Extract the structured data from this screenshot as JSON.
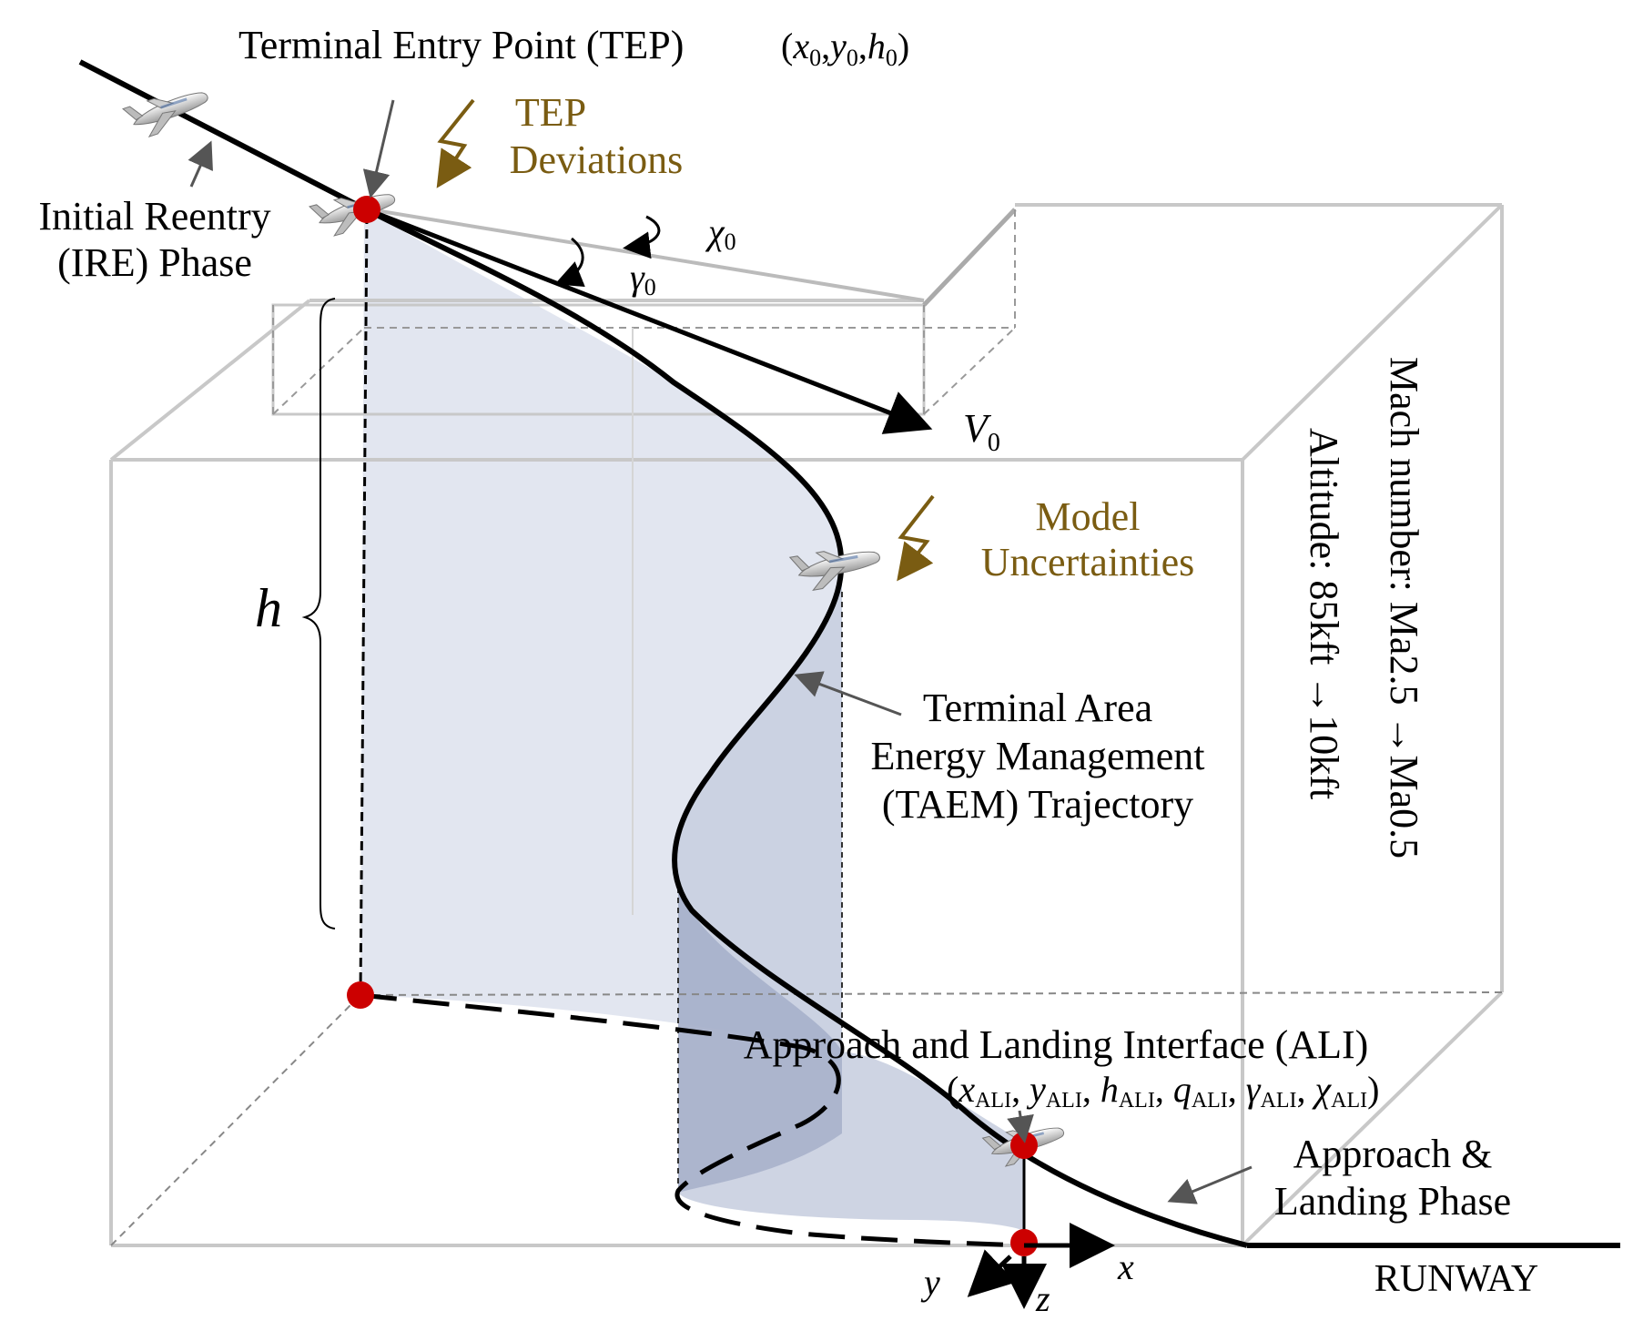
{
  "labels": {
    "tep_title": "Terminal Entry Point (TEP)",
    "tep_coords": "(x0,y0,h0)",
    "tep_coords_parts": [
      "(",
      "x",
      "0",
      ",",
      "y",
      "0",
      ",",
      "h",
      "0",
      ")"
    ],
    "tep_deviations_line1": "TEP",
    "tep_deviations_line2": "Deviations",
    "ire_line1": "Initial Reentry",
    "ire_line2": "(IRE) Phase",
    "chi0": "χ",
    "chi0_sub": "0",
    "gamma0": "γ",
    "gamma0_sub": "0",
    "v0": "V",
    "v0_sub": "0",
    "h": "h",
    "model_unc_line1": "Model",
    "model_unc_line2": "Uncertainties",
    "taem_line1": "Terminal Area",
    "taem_line2": "Energy Management",
    "taem_line3": "(TAEM) Trajectory",
    "mach": "Mach number: Ma2.5 →Ma0.5",
    "altitude": "Altitude: 85kft →10kft",
    "ali_title": "Approach and Landing Interface (ALI)",
    "ali_vars": "(xALI, yALI, hALI, qALI, γALI, χALI)",
    "al_phase_line1": "Approach &",
    "al_phase_line2": "Landing Phase",
    "runway": "RUNWAY",
    "axis_x": "x",
    "axis_y": "y",
    "axis_z": "z"
  },
  "ali_vars_parts": [
    {
      "v": "x",
      "s": "ALI"
    },
    {
      "v": "y",
      "s": "ALI"
    },
    {
      "v": "h",
      "s": "ALI"
    },
    {
      "v": "q",
      "s": "ALI"
    },
    {
      "v": "γ",
      "s": "ALI"
    },
    {
      "v": "χ",
      "s": "ALI"
    }
  ],
  "colors": {
    "trajectory": "#000000",
    "box_edges": "#c8c8c8",
    "surface_fill": "#dfe3ee",
    "surface_dark": "#8f9bbb",
    "waypoint": "#cc0000",
    "annotation_gold": "#7a5c12",
    "pointer_gray": "#555555"
  },
  "icons": [
    "aircraft-icon",
    "lightning-icon",
    "waypoint-marker"
  ]
}
